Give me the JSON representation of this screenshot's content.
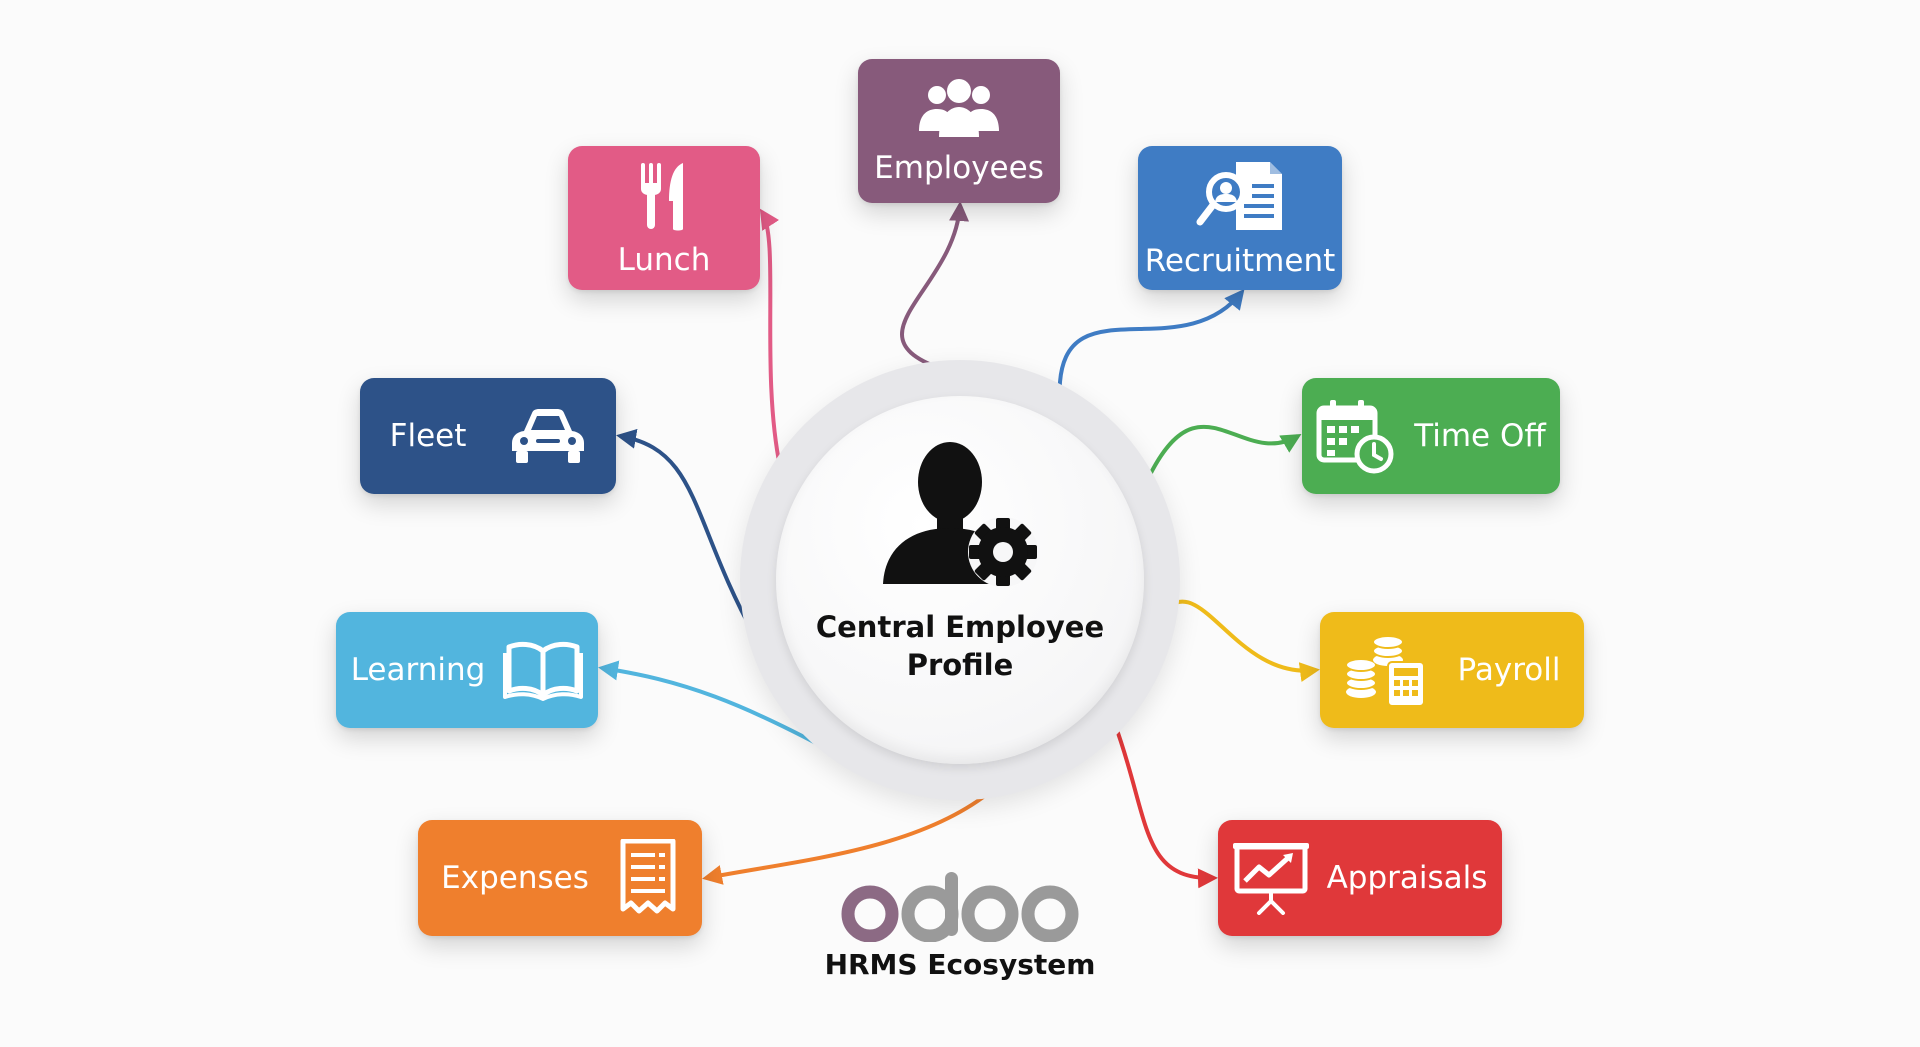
{
  "hub": {
    "title": "Central Employee Profile",
    "icon": "employee-settings-icon"
  },
  "brand": {
    "logo_text": "odoo",
    "tagline": "HRMS Ecosystem"
  },
  "modules": [
    {
      "key": "employees",
      "label": "Employees",
      "icon": "people-group-icon",
      "color": "#875a7b"
    },
    {
      "key": "recruitment",
      "label": "Recruitment",
      "icon": "resume-search-icon",
      "color": "#3f7cc4"
    },
    {
      "key": "time-off",
      "label": "Time Off",
      "icon": "calendar-clock-icon",
      "color": "#4cad52"
    },
    {
      "key": "payroll",
      "label": "Payroll",
      "icon": "coins-calculator-icon",
      "color": "#efbb1a"
    },
    {
      "key": "appraisals",
      "label": "Appraisals",
      "icon": "presentation-chart-icon",
      "color": "#e0383a"
    },
    {
      "key": "expenses",
      "label": "Expenses",
      "icon": "receipt-icon",
      "color": "#ef7f2d"
    },
    {
      "key": "learning",
      "label": "Learning",
      "icon": "open-book-icon",
      "color": "#52b5de"
    },
    {
      "key": "fleet",
      "label": "Fleet",
      "icon": "car-icon",
      "color": "#2d5288"
    },
    {
      "key": "lunch",
      "label": "Lunch",
      "icon": "fork-knife-icon",
      "color": "#e25b86"
    }
  ]
}
